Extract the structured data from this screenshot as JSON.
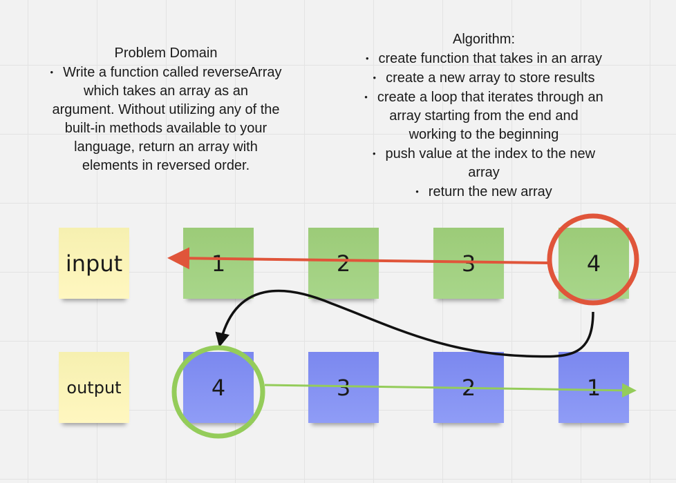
{
  "problem_domain": {
    "title": "Problem Domain",
    "bullet": [
      "Write a function called reverseArray",
      "which takes an array as an",
      "argument. Without utilizing any of the",
      "built-in methods available to your",
      "language, return an array with",
      "elements in reversed order."
    ]
  },
  "algorithm": {
    "title": "Algorithm:",
    "steps": [
      [
        "create function that takes in an array"
      ],
      [
        "create a new array to store results"
      ],
      [
        "create a loop that iterates through an",
        "array starting from the end and",
        "working to the beginning"
      ],
      [
        "push value at the index to the new",
        "array"
      ],
      [
        "return the new array"
      ]
    ]
  },
  "input_label": "input",
  "output_label": "output",
  "input_values": [
    "1",
    "2",
    "3",
    "4"
  ],
  "output_values": [
    "4",
    "3",
    "2",
    "1"
  ],
  "colors": {
    "red": "#e0553a",
    "green": "#94cc5a",
    "black": "#111111"
  }
}
